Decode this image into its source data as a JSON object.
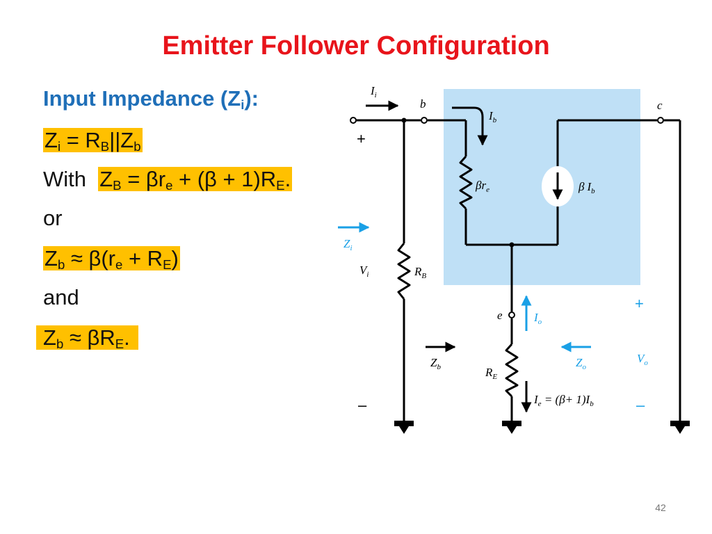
{
  "title": "Emitter Follower Configuration",
  "heading": {
    "main": "Input Impedance (Z",
    "sub": "i",
    "end": "):"
  },
  "eq1": {
    "z": "Z",
    "zs": "i",
    "eq": " = R",
    "rs": "B",
    "par": "||Z",
    "bs": "b"
  },
  "with_word": "With",
  "eq2": {
    "z": "Z",
    "zs": "B",
    "mid": " = βr",
    "es": "e",
    "mid2": " + (β + 1)R",
    "rs": "E",
    "end": "."
  },
  "or_word": "or",
  "eq3": {
    "z": "Z",
    "zs": "b",
    "mid": " ≈ β(r",
    "es": "e",
    "mid2": " + R",
    "rs": "E",
    "end": ")"
  },
  "and_word": "and",
  "eq4": {
    "z": "Z",
    "zs": "b",
    "mid": " ≈ βR",
    "rs": "E",
    "end": "."
  },
  "circuit": {
    "I": "I",
    "i": "i",
    "b_node": "b",
    "c_node": "c",
    "e_node": "e",
    "Ib_I": "I",
    "Ib_b": "b",
    "beta_re_beta": "β",
    "beta_re_r": "r",
    "beta_re_e": "e",
    "beta_Ib_beta": "β",
    "beta_Ib_I": "I",
    "beta_Ib_b": "b",
    "Zi_Z": "Z",
    "Zi_i": "i",
    "Vi_V": "V",
    "Vi_i": "i",
    "RB_R": "R",
    "RB_B": "B",
    "Io_I": "I",
    "Io_o": "o",
    "Zb_Z": "Z",
    "Zb_b": "b",
    "Zo_Z": "Z",
    "Zo_o": "o",
    "Vo_V": "V",
    "Vo_o": "o",
    "RE_R": "R",
    "RE_E": "E",
    "Ie_I": "I",
    "Ie_e": "e",
    "Ie_expr": " = (β+ 1)I",
    "Ie_b": "b",
    "plus": "+",
    "minus": "–"
  },
  "colors": {
    "title": "#e8141b",
    "heading": "#1f6fb8",
    "highlight": "#ffc000",
    "model_box": "#bfe0f6",
    "arrow_blue": "#1aa0e6"
  },
  "page_number": "42"
}
